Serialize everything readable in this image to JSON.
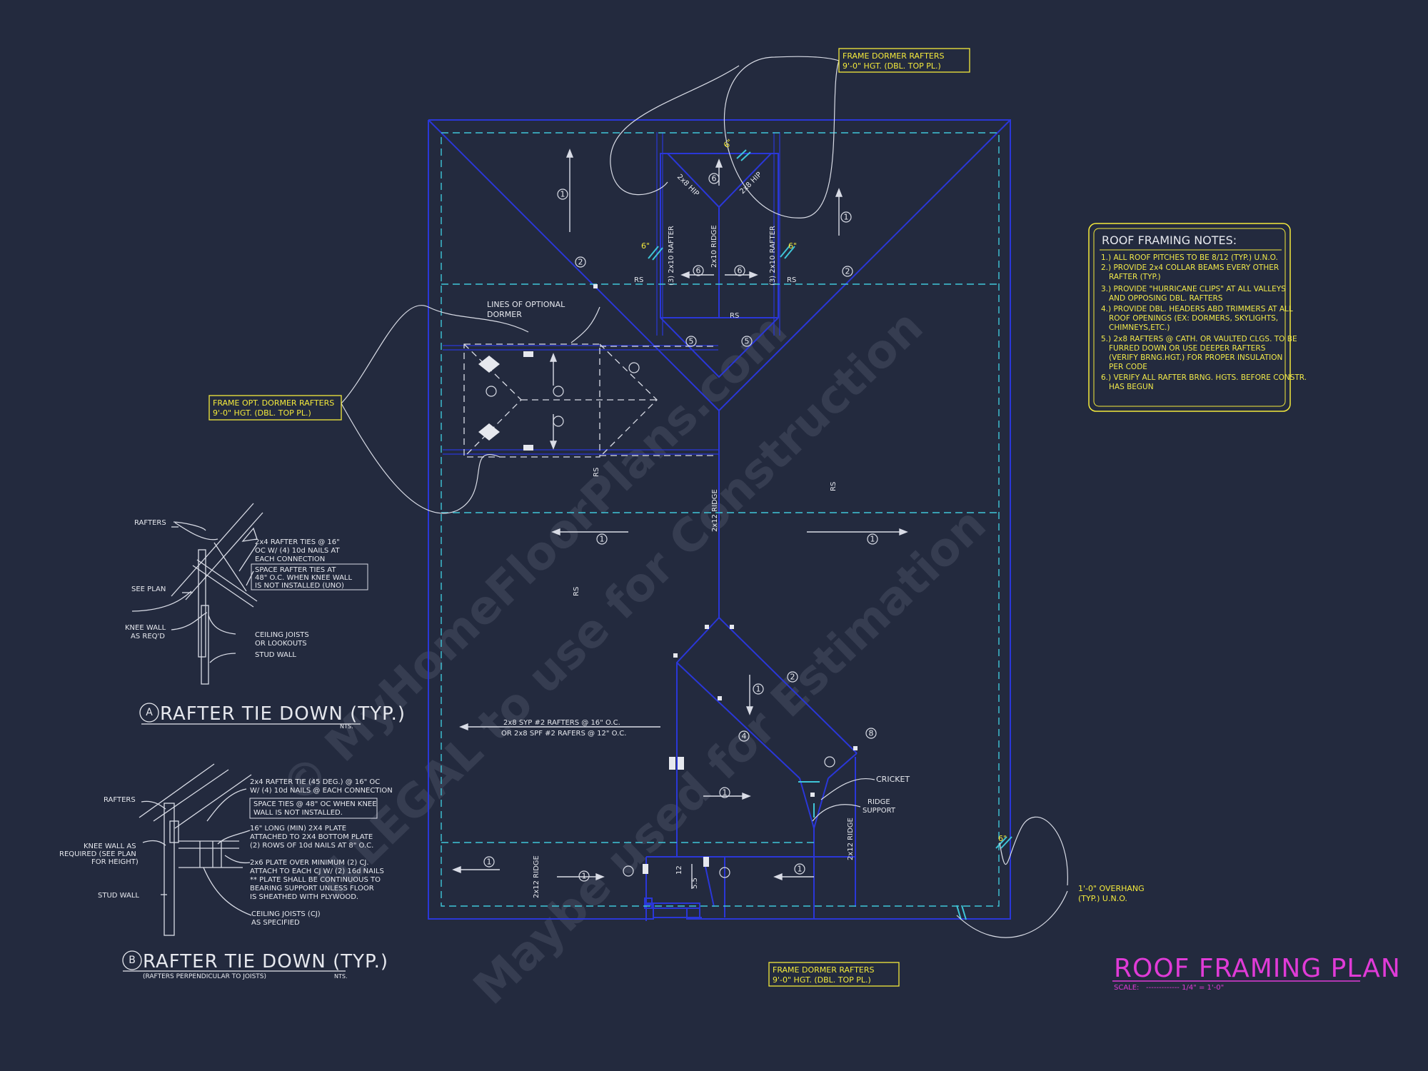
{
  "watermark": {
    "line1": "© MyHomeFloorPlans.com",
    "line2": "ILLEGAL to use for Construction",
    "line3": "Maybe used for Estimation"
  },
  "callouts": {
    "frame_dormer_top": [
      "FRAME DORMER RAFTERS",
      "9'-0\" HGT. (DBL. TOP PL.)"
    ],
    "frame_opt_dormer": [
      "FRAME OPT. DORMER RAFTERS",
      "9'-0\" HGT. (DBL. TOP PL.)"
    ],
    "frame_dormer_bottom": [
      "FRAME DORMER RAFTERS",
      "9'-0\" HGT. (DBL. TOP PL.)"
    ],
    "overhang": [
      "1'-0\" OVERHANG",
      "(TYP.) U.N.O."
    ],
    "optional_dormer": [
      "LINES OF OPTIONAL",
      "DORMER"
    ],
    "cricket": "CRICKET",
    "ridge_support": [
      "RIDGE",
      "SUPPORT"
    ]
  },
  "plan_labels": {
    "hip_left": "2x8 HIP",
    "hip_right": "2x8 HIP",
    "ridge_2x10": "2x10 RIDGE",
    "rafter_left": "(3) 2x10 RAFTER",
    "rafter_right": "(3) 2x10 RAFTER",
    "ridge_main": "2x12 RIDGE",
    "ridge_lower_right": "2x12 RIDGE",
    "ridge_lower_left": "2x12 RIDGE",
    "rafters_note": [
      "2x8 SYP #2 RAFTERS @ 16\" O.C.",
      "OR 2x8 SPF #2 RAFERS @ 12\" O.C."
    ],
    "rs": "RS",
    "dim_12": "12",
    "dim_55": "5.5",
    "pitch_6": "6\""
  },
  "circles": {
    "c1": "1",
    "c2": "2",
    "c4": "4",
    "c5": "5",
    "c6": "6",
    "c8": "8"
  },
  "notes": {
    "title": "ROOF FRAMING NOTES:",
    "items": [
      [
        "1.) ALL ROOF PITCHES TO BE  8/12 (TYP.) U.N.O."
      ],
      [
        "2.) PROVIDE 2x4 COLLAR BEAMS EVERY OTHER",
        "RAFTER (TYP.)"
      ],
      [
        "3.) PROVIDE \"HURRICANE CLIPS\" AT ALL VALLEYS",
        "AND OPPOSING DBL. RAFTERS"
      ],
      [
        "4.) PROVIDE DBL. HEADERS ABD TRIMMERS AT ALL",
        "ROOF OPENINGS (EX: DORMERS, SKYLIGHTS,",
        "CHIMNEYS,ETC.)"
      ],
      [
        "5.) 2x8 RAFTERS @ CATH. OR VAULTED CLGS. TO BE",
        "FURRED DOWN OR USE DEEPER RAFTERS",
        "(VERIFY BRNG.HGT.) FOR PROPER INSULATION",
        "PER CODE"
      ],
      [
        "6.) VERIFY ALL RAFTER BRNG. HGTS. BEFORE CONSTR.",
        "HAS BEGUN"
      ]
    ]
  },
  "detail_a": {
    "rafters": "RAFTERS",
    "see_plan": "SEE PLAN",
    "knee_wall": [
      "KNEE WALL",
      "AS REQ'D"
    ],
    "rafter_ties": [
      "2x4 RAFTER TIES @ 16\"",
      "OC W/ (4) 10d NAILS AT",
      "EACH CONNECTION"
    ],
    "space_ties": [
      "SPACE RAFTER TIES AT",
      "48\" O.C. WHEN KNEE WALL",
      "IS NOT INSTALLED (UNO)"
    ],
    "ceiling_joists": [
      "CEILING JOISTS",
      "OR LOOKOUTS"
    ],
    "stud_wall": "STUD WALL",
    "letter": "A",
    "title": "RAFTER TIE DOWN (TYP.)",
    "nts": "NTS."
  },
  "detail_b": {
    "rafters": "RAFTERS",
    "knee_wall": [
      "KNEE WALL AS",
      "REQUIRED (SEE PLAN",
      "FOR HEIGHT)"
    ],
    "stud_wall": "STUD WALL",
    "rafter_tie": [
      "2x4 RAFTER TIE (45 DEG.) @ 16\" OC",
      "W/ (4) 10d NAILS @ EACH CONNECTION"
    ],
    "space_ties": [
      "SPACE TIES @ 48\" OC WHEN KNEE",
      "WALL IS NOT INSTALLED."
    ],
    "plate_16": [
      "16\" LONG (MIN) 2X4 PLATE",
      "ATTACHED TO 2X4 BOTTOM PLATE",
      "(2) ROWS OF 10d NAILS AT 8\" O.C."
    ],
    "plate_2x6": [
      "2x6 PLATE OVER MINIMUM (2) CJ.",
      "ATTACH TO EACH CJ W/ (2) 16d NAILS",
      "** PLATE SHALL BE CONTINUOUS TO",
      "BEARING SUPPORT UNLESS FLOOR",
      "IS SHEATHED WITH PLYWOOD."
    ],
    "ceiling_joists": [
      "CEILING JOISTS (CJ)",
      "AS SPECIFIED"
    ],
    "letter": "B",
    "title": "RAFTER TIE DOWN (TYP.)",
    "subtitle": "(RAFTERS PERPENDICULAR TO JOISTS)",
    "nts": "NTS."
  },
  "sheet_title": {
    "title": "ROOF FRAMING PLAN",
    "scale_label": "SCALE:",
    "scale_value": "------------- 1/4\" = 1'-0\""
  },
  "colors": {
    "background": "#232a3e",
    "plan_line": "#2a37d8",
    "dashed_line": "#3fc6d8",
    "text": "#e6e8ee",
    "callout": "#f4ea3c",
    "title": "#e03bd7"
  }
}
